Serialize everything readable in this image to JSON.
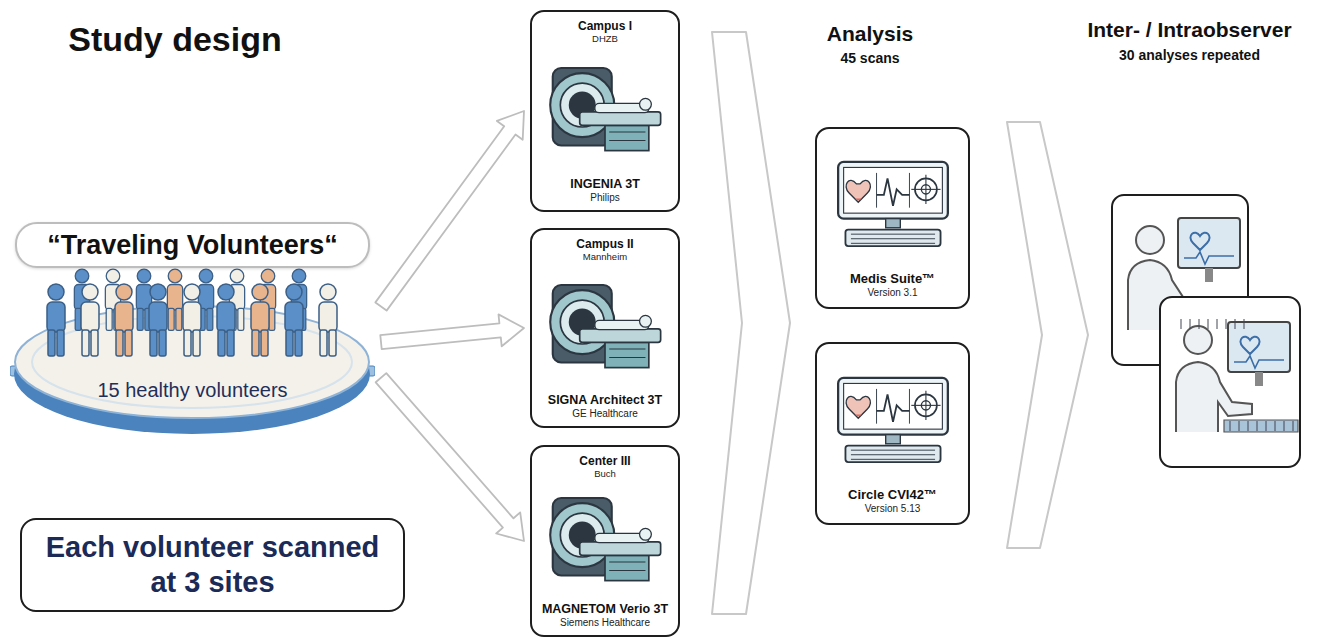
{
  "diagram": {
    "title": "Study design",
    "nodes": [
      {
        "text": [
          "15 healthy volunteers"
        ]
      },
      {
        "text": [
          "“Traveling Volunteers“"
        ]
      },
      {
        "text": [
          "Each volunteer scanned at 3 sites"
        ]
      },
      {
        "text": [
          "Campus I",
          "DHZB",
          "INGENIA 3T",
          "Philips"
        ]
      },
      {
        "text": [
          "Campus II",
          "Mannheim",
          "SIGNA Architect 3T",
          "GE Healthcare"
        ]
      },
      {
        "text": [
          "Center III",
          "Buch",
          "MAGNETOM Verio 3T",
          "Siemens Healthcare"
        ]
      },
      {
        "text": [
          "Medis Suite™",
          "Version 3.1"
        ]
      },
      {
        "text": [
          "Circle CVI42™",
          "Version 5.13"
        ]
      }
    ],
    "edges": [
      {
        "from": 0,
        "to": 3,
        "arrow": "to"
      },
      {
        "from": 0,
        "to": 4,
        "arrow": "to"
      },
      {
        "from": 0,
        "to": 5,
        "arrow": "to"
      }
    ],
    "labels": [
      "Analysis",
      "45 scans",
      "Inter- / Intraobserver",
      "30 analyses repeated"
    ]
  }
}
